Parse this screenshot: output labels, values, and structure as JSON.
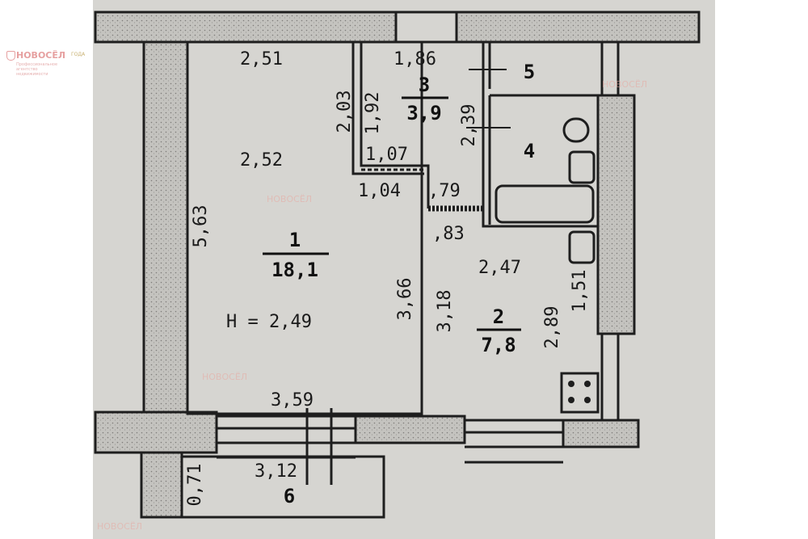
{
  "watermark": {
    "brand": "НОВОСЁЛ",
    "subtitle": "Профессиональное агентство недвижимости",
    "badge": "ГОДА"
  },
  "rooms": [
    {
      "number": "1",
      "area": "18,1"
    },
    {
      "number": "2",
      "area": "7,8"
    },
    {
      "number": "3",
      "area": "3,9"
    },
    {
      "number": "4"
    },
    {
      "number": "5"
    },
    {
      "number": "6"
    }
  ],
  "ceiling_height": "H = 2,49",
  "dimensions": {
    "r1_top": "2,51",
    "r1_mid": "2,52",
    "r1_left": "5,63",
    "r1_right": "3,66",
    "r1_bottom": "3,59",
    "r3_top": "1,86",
    "r3_left_outer": "2,03",
    "r3_left_inner": "1,92",
    "r3_bottom": "1,07",
    "passage_left": "1,04",
    "passage_right": ",79",
    "r4_left": "2,39",
    "r2_top_a": ",83",
    "r2_top": "2,47",
    "r2_left": "3,18",
    "r2_right": "2,89",
    "r2_side": "1,51",
    "r6_top": "3,12",
    "r6_left": "0,71"
  },
  "colors": {
    "paper": "#d6d5d1",
    "wall": "#bdbcb8",
    "line": "#1e1e1e"
  }
}
